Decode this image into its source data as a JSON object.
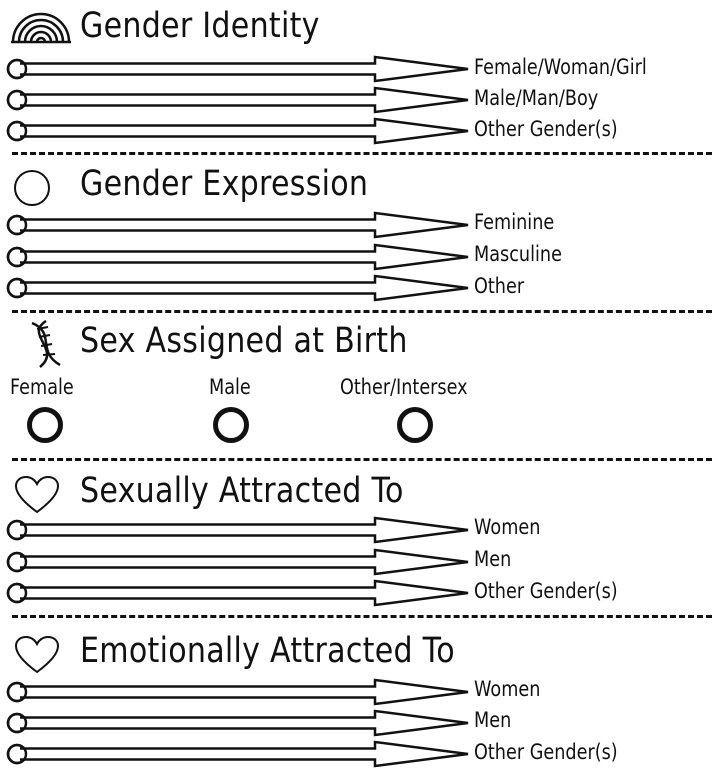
{
  "sections": [
    {
      "id": "gender-identity",
      "title": "Gender Identity",
      "icon": "rainbow-icon",
      "options": [
        "Female/Woman/Girl",
        "Male/Man/Boy",
        "Other Gender(s)"
      ]
    },
    {
      "id": "gender-expression",
      "title": "Gender Expression",
      "icon": "circle-icon",
      "options": [
        "Feminine",
        "Masculine",
        "Other"
      ]
    },
    {
      "id": "sex-assigned",
      "title": "Sex Assigned at Birth",
      "icon": "dna-icon",
      "options": [
        "Female",
        "Male",
        "Other/Intersex"
      ]
    },
    {
      "id": "sexually-attracted",
      "title": "Sexually Attracted To",
      "icon": "heart-icon",
      "options": [
        "Women",
        "Men",
        "Other Gender(s)"
      ]
    },
    {
      "id": "emotionally-attracted",
      "title": "Emotionally Attracted To",
      "icon": "heart-icon",
      "options": [
        "Women",
        "Men",
        "Other Gender(s)"
      ]
    }
  ],
  "colors": {
    "ink": "#111111",
    "background": "#ffffff"
  }
}
